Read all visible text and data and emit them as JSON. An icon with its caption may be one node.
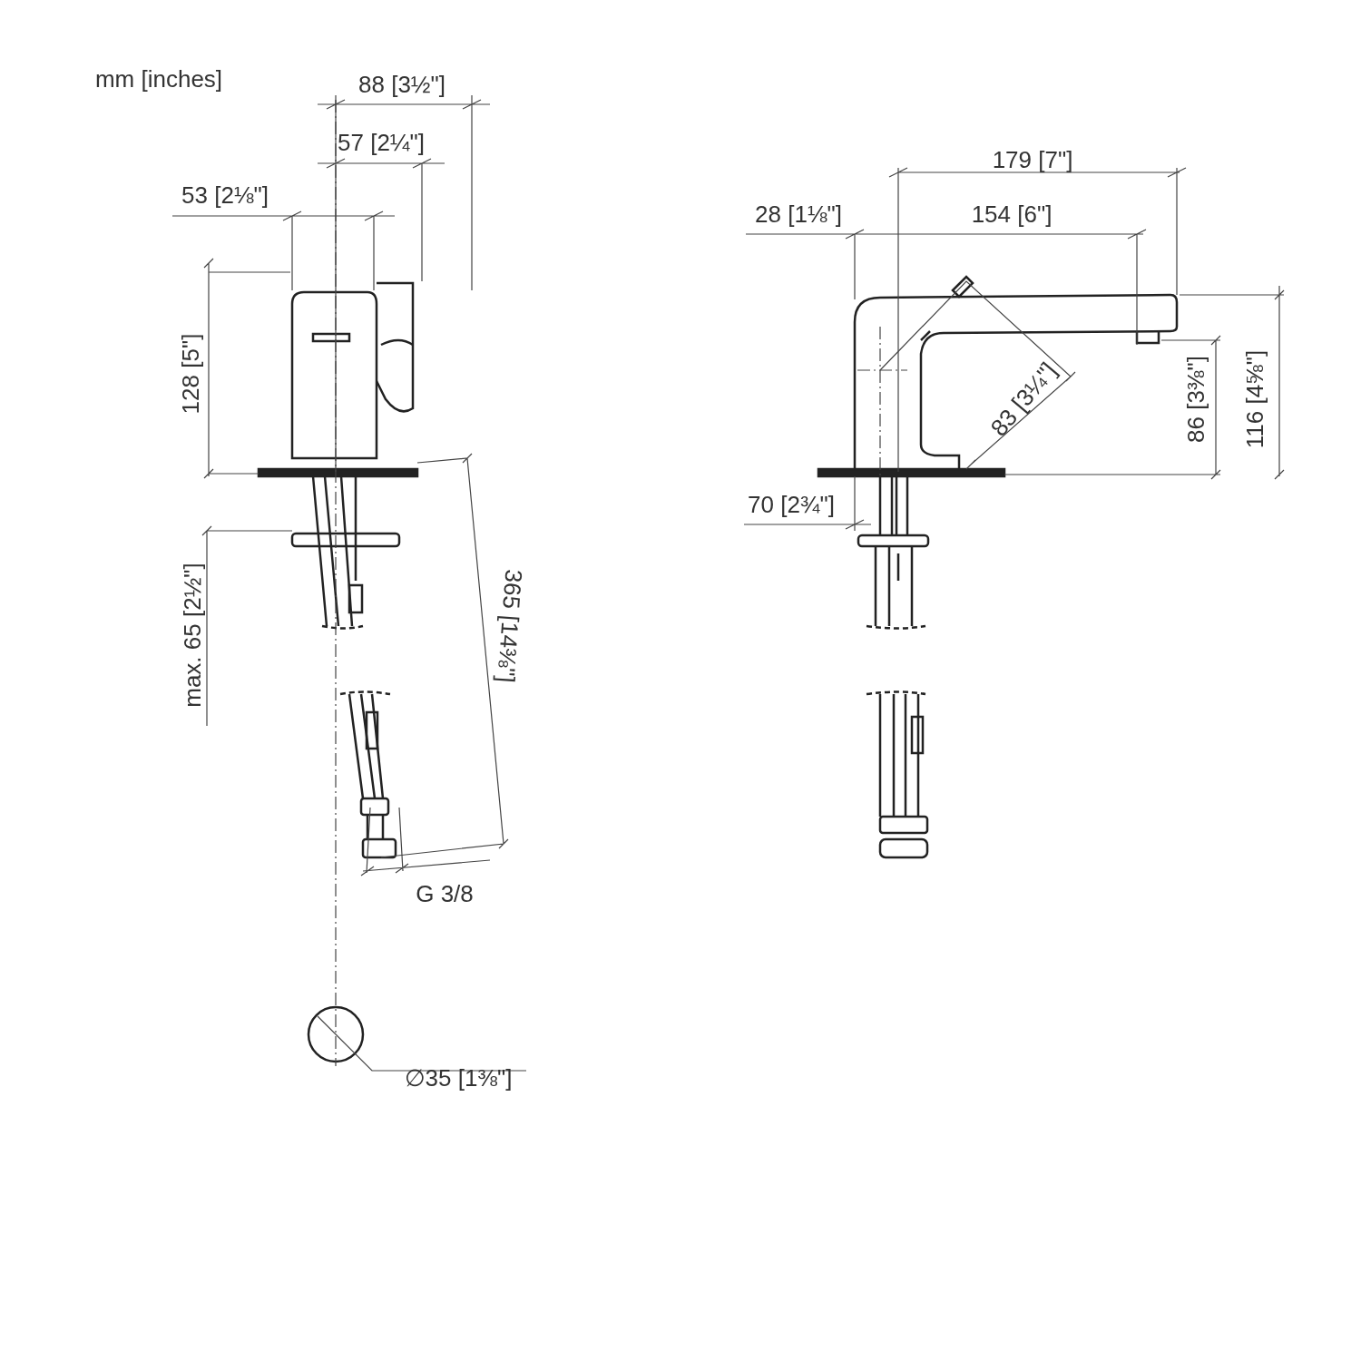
{
  "diagram": {
    "labels": [
      "mm [inches]",
      "88 [3½\"]",
      "57 [2¼\"]",
      "53 [2⅛\"]",
      "128 [5\"]",
      "max. 65 [2½\"]",
      "365 [14⅜\"]",
      "G 3/8",
      "∅35 [1⅜\"]",
      "179 [7\"]",
      "28 [1⅛\"]",
      "154 [6\"]",
      "83 [3¼\"]",
      "86 [3⅜\"]",
      "116 [4⅝\"]",
      "70 [2¾\"]"
    ]
  }
}
